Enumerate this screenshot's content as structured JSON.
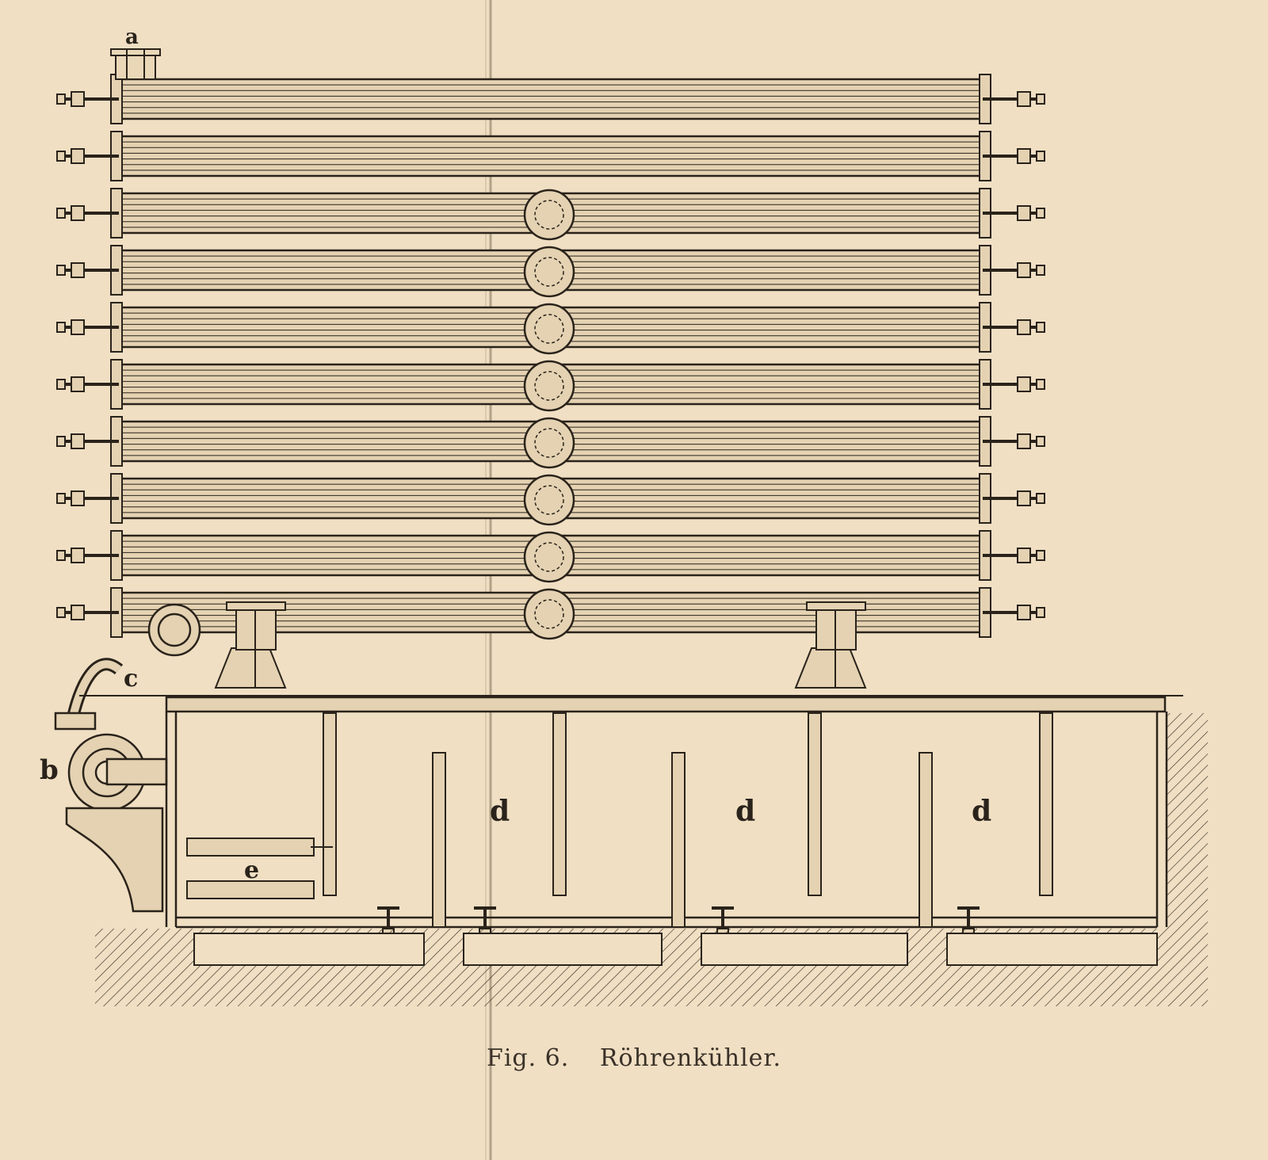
{
  "figure": {
    "caption_number": "Fig. 6.",
    "caption_title": "Röhrenkühler.",
    "labels": {
      "a": "a",
      "b": "b",
      "c": "c",
      "d": "d",
      "e": "e"
    }
  },
  "colors": {
    "paper": "#f0dfc3",
    "ink": "#2a231b",
    "tube_light": "#e4d2b2"
  }
}
